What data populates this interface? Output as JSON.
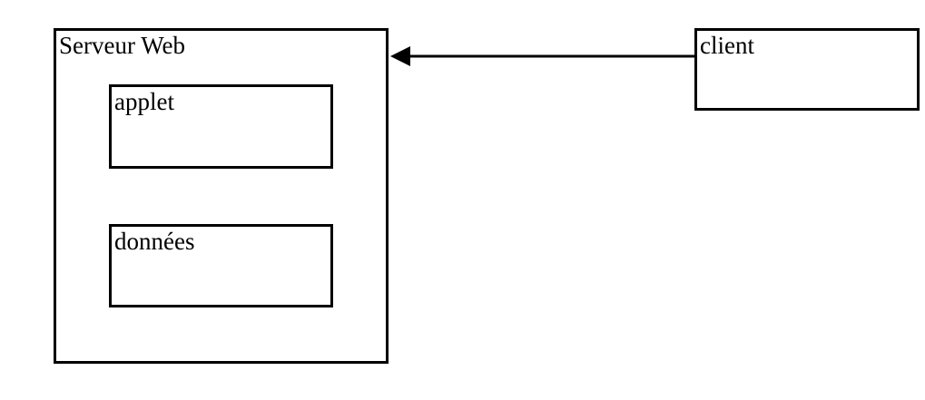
{
  "diagram": {
    "server_box": {
      "label": "Serveur Web"
    },
    "applet_box": {
      "label": "applet"
    },
    "data_box": {
      "label": "données"
    },
    "client_box": {
      "label": "client"
    },
    "arrow": {
      "direction": "client-to-server",
      "from": "client",
      "to": "Serveur Web"
    },
    "colors": {
      "line": "#000000",
      "background": "#ffffff",
      "text": "#000000"
    }
  }
}
